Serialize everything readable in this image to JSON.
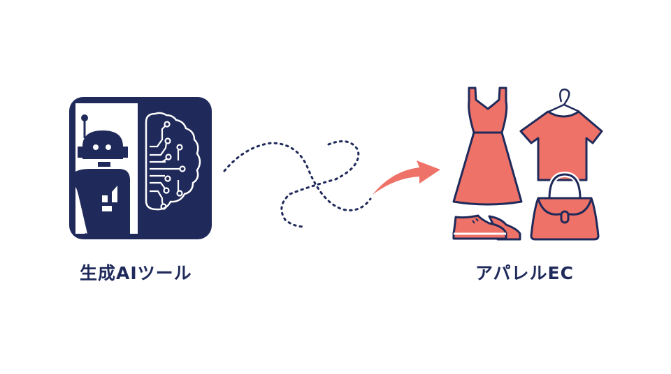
{
  "left_node": {
    "label": "生成AIツール",
    "icon": "robot-brain-icon"
  },
  "right_node": {
    "label": "アパレルEC",
    "icons": [
      "dress-icon",
      "tshirt-hanger-icon",
      "shoes-icon",
      "handbag-icon"
    ]
  },
  "connector": {
    "style": "dotted-loop-path",
    "arrow": "curved-arrow-icon"
  },
  "colors": {
    "navy": "#1f2a5a",
    "coral": "#ee7268",
    "background": "#ffffff"
  }
}
